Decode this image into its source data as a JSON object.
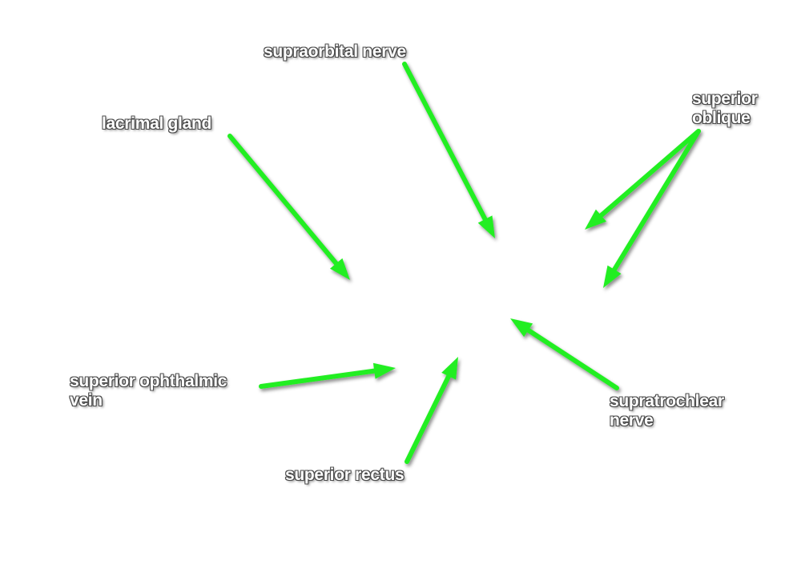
{
  "colors": {
    "arrow": "#22ee22",
    "label_text": "#ffffff",
    "background": "#ffffff"
  },
  "labels": {
    "supraorbital_nerve": "supraorbital nerve",
    "lacrimal_gland": "lacrimal gland",
    "superior_oblique_line1": "superior",
    "superior_oblique_line2": "oblique",
    "superior_ophthalmic_vein_line1": "superior ophthalmic",
    "superior_ophthalmic_vein_line2": "vein",
    "supratrochlear_nerve_line1": "supratrochlear",
    "supratrochlear_nerve_line2": "nerve",
    "superior_rectus": "superior rectus"
  }
}
